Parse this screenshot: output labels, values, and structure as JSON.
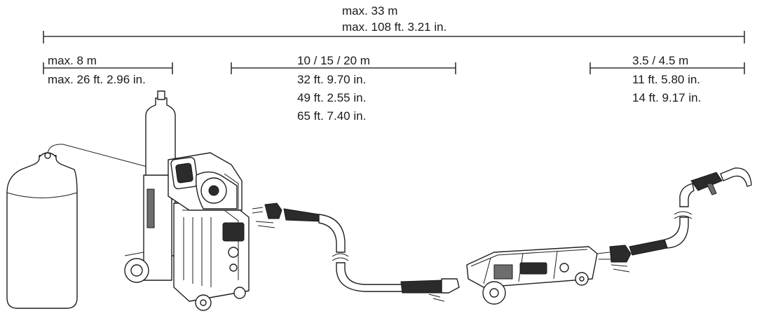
{
  "dimensions": {
    "total": {
      "metric": "max. 33 m",
      "imperial": "max. 108 ft. 3.21 in."
    },
    "gas_hose": {
      "metric": "max. 8 m",
      "imperial": "max. 26 ft. 2.96 in."
    },
    "interconnection_cable": {
      "metric": "10 / 15 / 20 m",
      "imperial_1": "32 ft. 9.70 in.",
      "imperial_2": "49 ft. 2.55 in.",
      "imperial_3": "65 ft. 7.40 in."
    },
    "torch_cable": {
      "metric": "3.5 / 4.5 m",
      "imperial_1": "11 ft. 5.80 in.",
      "imperial_2": "14 ft. 9.17 in."
    }
  }
}
